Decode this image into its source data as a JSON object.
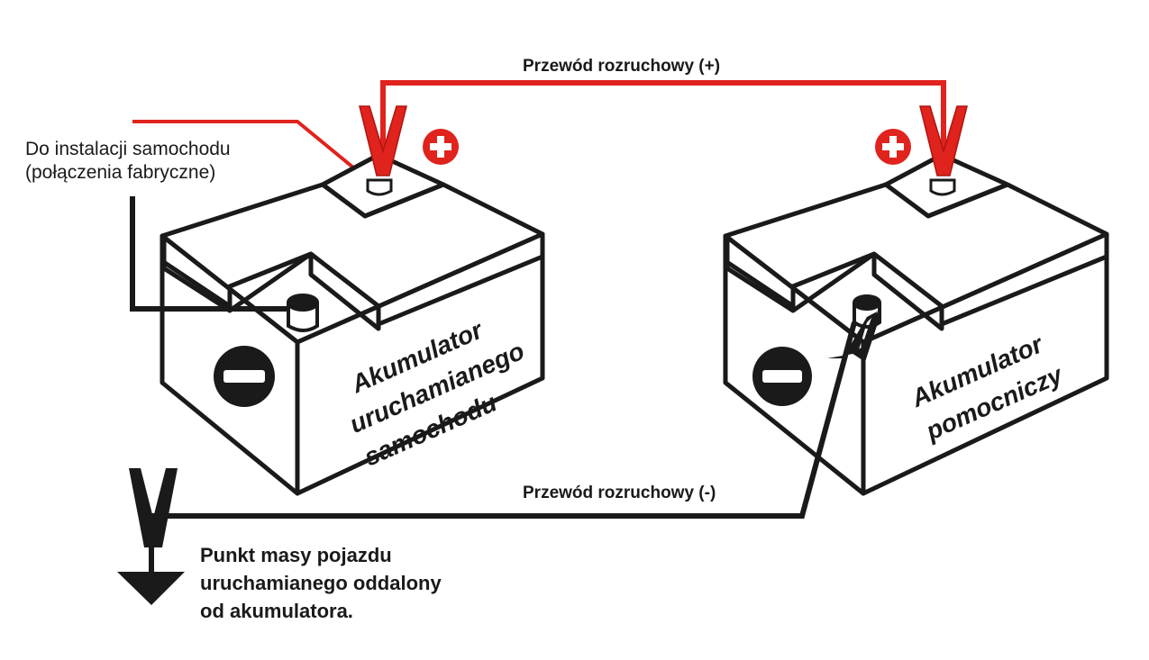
{
  "labels": {
    "cable_positive": "Przewód rozruchowy (+)",
    "cable_negative": "Przewód rozruchowy (-)",
    "car_installation_line1": "Do instalacji samochodu",
    "car_installation_line2": "(połączenia fabryczne)",
    "ground_line1": "Punkt masy pojazdu",
    "ground_line2": "uruchamianego oddalony",
    "ground_line3": "od akumulatora."
  },
  "battery_left": {
    "line1": "Akumulator",
    "line2": "uruchamianego",
    "line3": "samochodu"
  },
  "battery_right": {
    "line1": "Akumulator",
    "line2": "pomocniczy"
  },
  "colors": {
    "positive_cable": "#e0231d",
    "negative_cable": "#1a1a1a",
    "outline": "#1a1a1a",
    "background": "#ffffff"
  },
  "icons": [
    "plus-symbol-icon",
    "minus-symbol-icon",
    "clamp-icon",
    "ground-symbol-icon"
  ]
}
